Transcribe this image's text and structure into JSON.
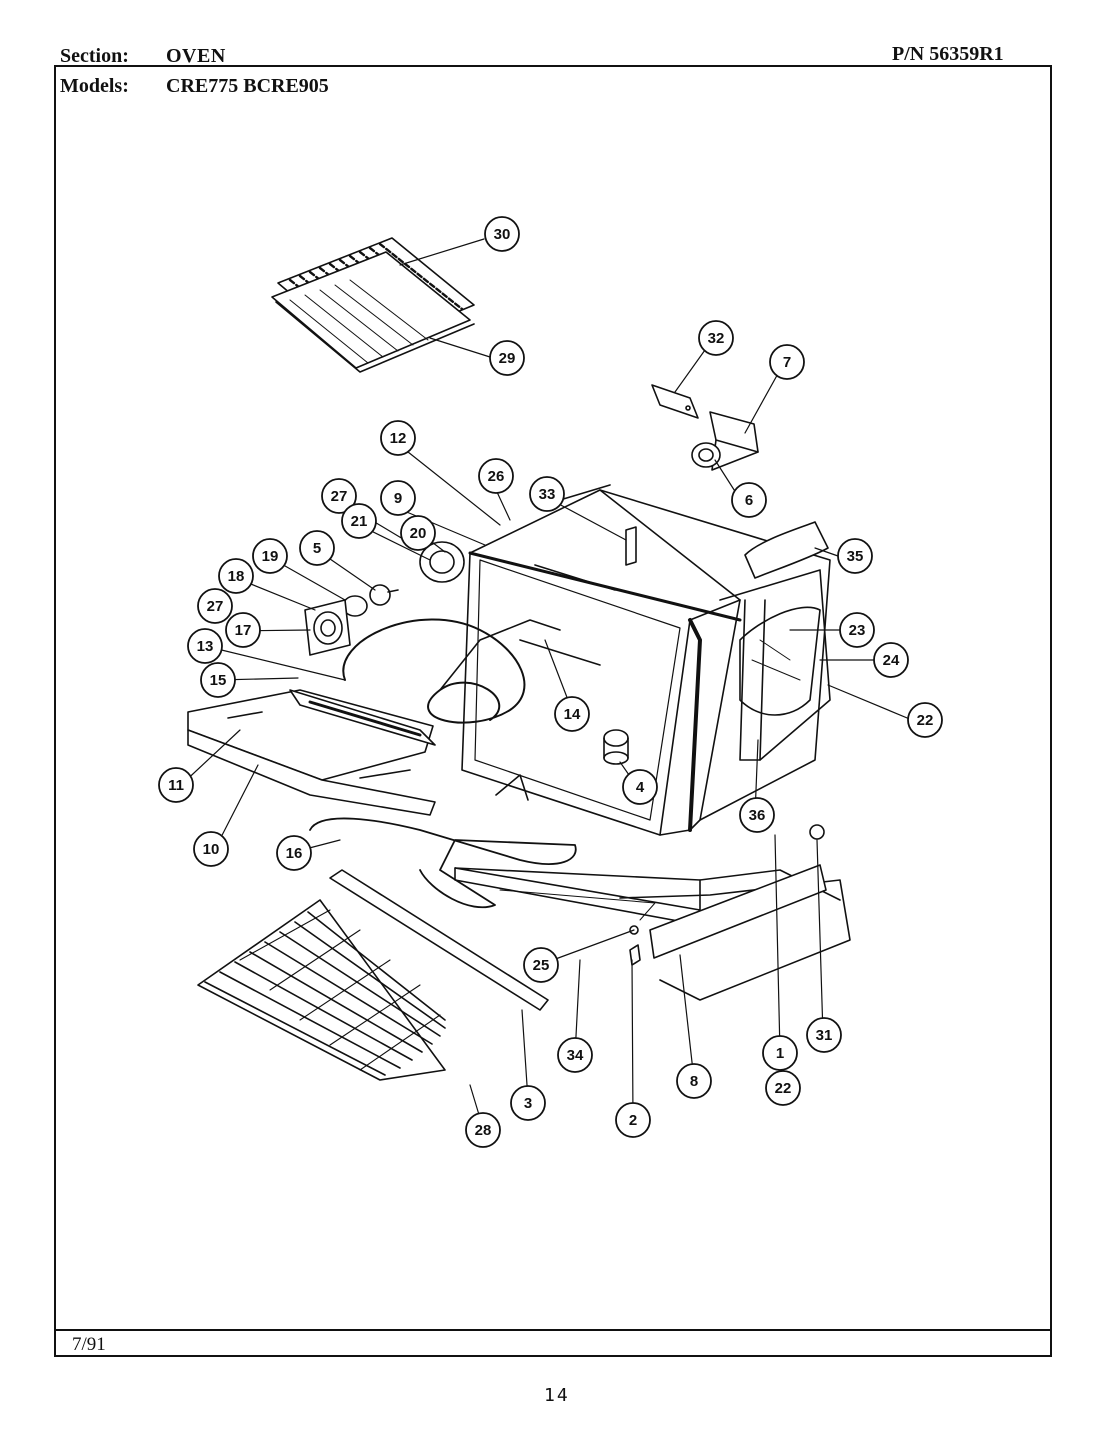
{
  "header": {
    "section_label": "Section:",
    "section_value": "OVEN",
    "part_number": "P/N 56359R1",
    "models_label": "Models:",
    "models_value": "CRE775  BCRE905"
  },
  "footer": {
    "date": "7/91",
    "page_number": "14"
  },
  "callouts": [
    "30",
    "29",
    "32",
    "7",
    "6",
    "12",
    "26",
    "33",
    "27",
    "21",
    "9",
    "20",
    "35",
    "19",
    "5",
    "18",
    "27",
    "17",
    "13",
    "15",
    "14",
    "23",
    "24",
    "22",
    "11",
    "4",
    "36",
    "10",
    "16",
    "25",
    "34",
    "2",
    "8",
    "1",
    "22",
    "31",
    "3",
    "28"
  ],
  "colors": {
    "ink": "#111111",
    "paper": "#ffffff"
  }
}
